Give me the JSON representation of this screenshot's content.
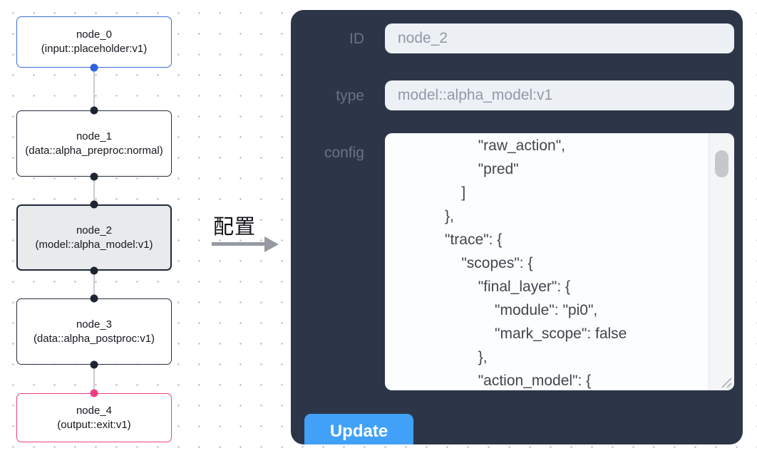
{
  "flow": {
    "nodes": [
      {
        "title": "node_0",
        "subtitle": "(input::placeholder:v1)"
      },
      {
        "title": "node_1",
        "subtitle": "(data::alpha_preproc:normal)"
      },
      {
        "title": "node_2",
        "subtitle": "(model::alpha_model:v1)"
      },
      {
        "title": "node_3",
        "subtitle": "(data::alpha_postproc:v1)"
      },
      {
        "title": "node_4",
        "subtitle": "(output::exit:v1)"
      }
    ],
    "selected_node": "node_2"
  },
  "transition": {
    "label": "配置"
  },
  "panel": {
    "id_field": {
      "label": "ID",
      "value": "node_2"
    },
    "type_field": {
      "label": "type",
      "value": "model::alpha_model:v1"
    },
    "config_field": {
      "label": "config",
      "lines": [
        "                    \"raw_action\",",
        "                    \"pred\"",
        "                ]",
        "            },",
        "            \"trace\": {",
        "                \"scopes\": {",
        "                    \"final_layer\": {",
        "                        \"module\": \"pi0\",",
        "                        \"mark_scope\": false",
        "                    },",
        "                    \"action_model\": {"
      ]
    },
    "update_button": "Update"
  },
  "colors": {
    "panel_bg": "#2d3648",
    "accent_button": "#41a0f8",
    "input_node_border": "#3a6cd8",
    "output_node_border": "#ea3e80",
    "default_node_border": "#262e3d",
    "selected_node_bg": "#e9eaec"
  }
}
